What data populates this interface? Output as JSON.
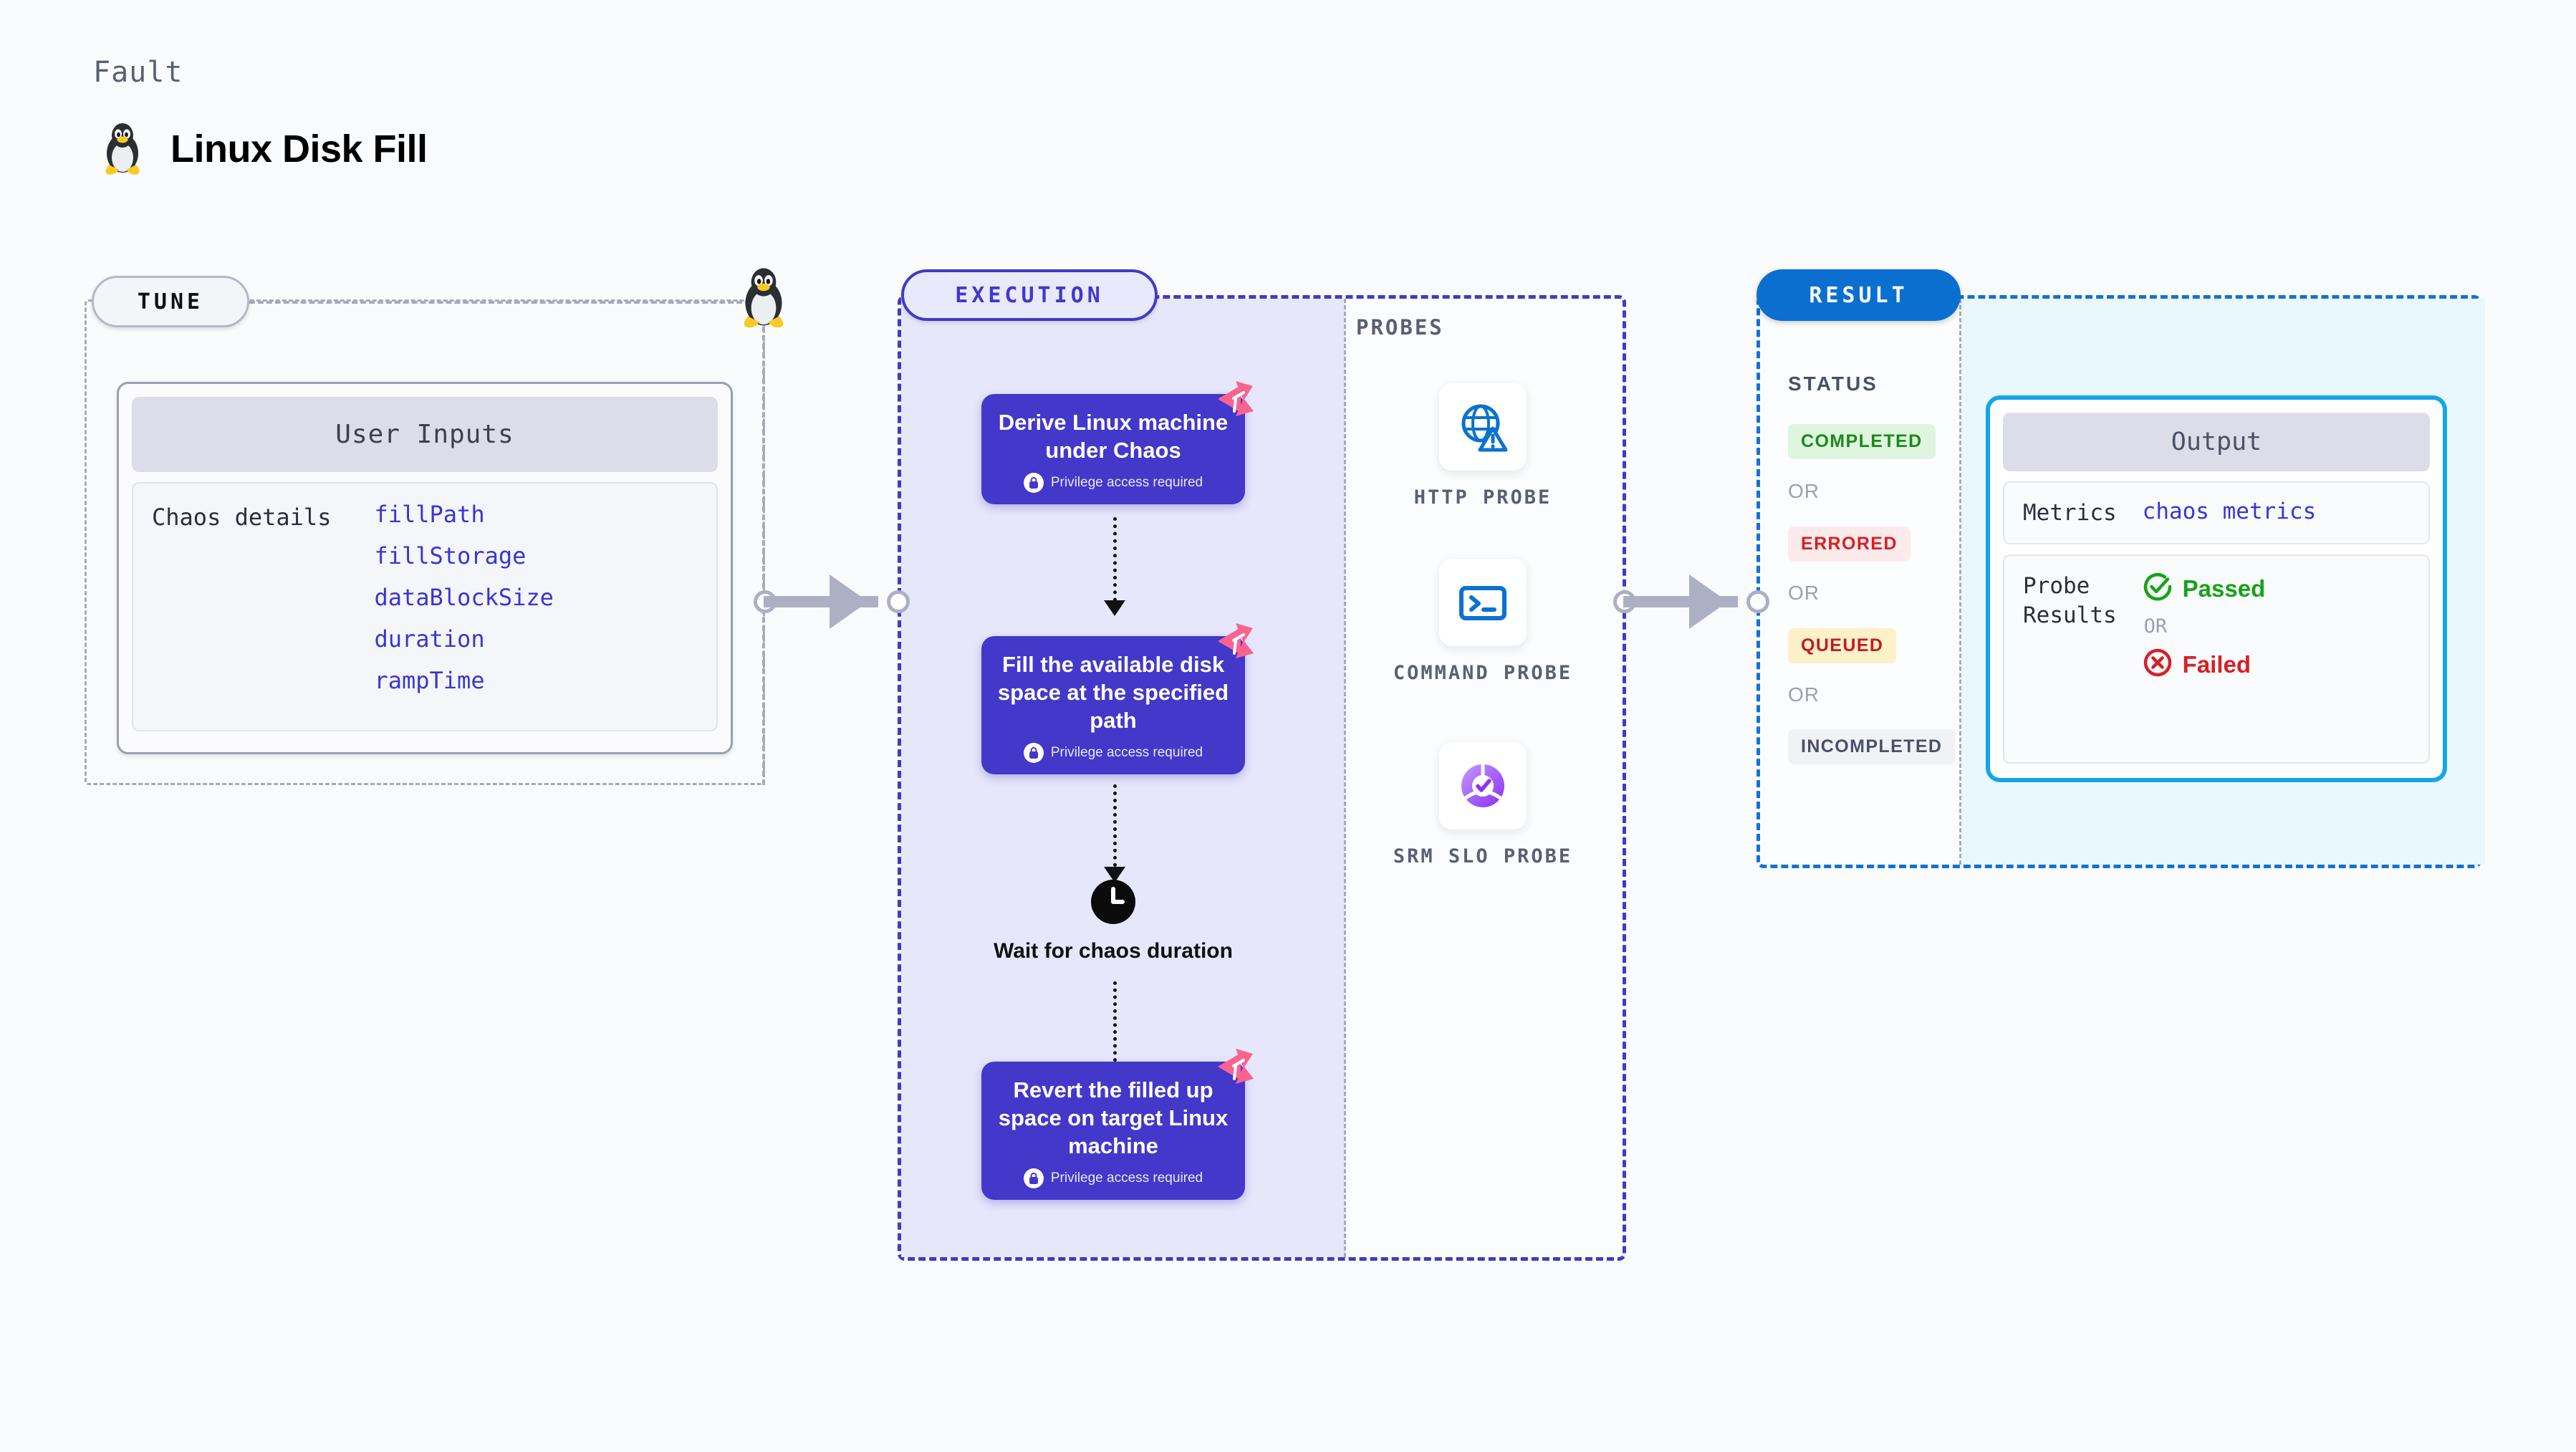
{
  "header": {
    "eyebrow": "Fault",
    "title": "Linux Disk Fill",
    "icon": "linux-tux-icon"
  },
  "tune": {
    "pill_label": "TUNE",
    "card_header": "User Inputs",
    "row_key": "Chaos details",
    "inputs": [
      "fillPath",
      "fillStorage",
      "dataBlockSize",
      "duration",
      "rampTime"
    ]
  },
  "execution": {
    "pill_label": "EXECUTION",
    "privilege_note": "Privilege access required",
    "steps": [
      {
        "title": "Derive Linux machine under Chaos",
        "privileged": true,
        "badge": "chaos-logo-icon"
      },
      {
        "title": "Fill the available disk space at the specified path",
        "privileged": true,
        "badge": "chaos-logo-icon"
      },
      {
        "title": "Revert the filled up space on target Linux machine",
        "privileged": true,
        "badge": "chaos-logo-icon"
      }
    ],
    "wait_node": {
      "label": "Wait for chaos duration",
      "icon": "clock-icon"
    }
  },
  "probes": {
    "section_label": "PROBES",
    "items": [
      {
        "name": "HTTP PROBE",
        "icon": "globe-warning-icon"
      },
      {
        "name": "COMMAND PROBE",
        "icon": "terminal-icon"
      },
      {
        "name": "SRM SLO PROBE",
        "icon": "slo-donut-check-icon"
      }
    ]
  },
  "result": {
    "pill_label": "RESULT",
    "status_title": "STATUS",
    "or_label": "OR",
    "statuses": [
      {
        "label": "COMPLETED",
        "bg": "#e0f5e0",
        "fg": "#1a8a1a"
      },
      {
        "label": "ERRORED",
        "bg": "#fdeaea",
        "fg": "#d81f26"
      },
      {
        "label": "QUEUED",
        "bg": "#fdf1c9",
        "fg": "#c31b22"
      },
      {
        "label": "INCOMPLETED",
        "bg": "#f1f2f6",
        "fg": "#4a5066"
      }
    ],
    "output": {
      "header": "Output",
      "metrics_key": "Metrics",
      "metrics_value": "chaos metrics",
      "probe_results_key": "Probe\nResults",
      "passed_label": "Passed",
      "failed_label": "Failed",
      "or_label": "OR"
    }
  },
  "colors": {
    "indigo": "#4338ca",
    "exec_fill": "#e6e7fa",
    "result_blue": "#0b6fd0",
    "cyan": "#13a6e8",
    "cyan_fill": "#e9f8fd",
    "chaos_pink": "#f9638f",
    "gray_dash": "#a7abb8",
    "connector": "#adb0c4"
  }
}
